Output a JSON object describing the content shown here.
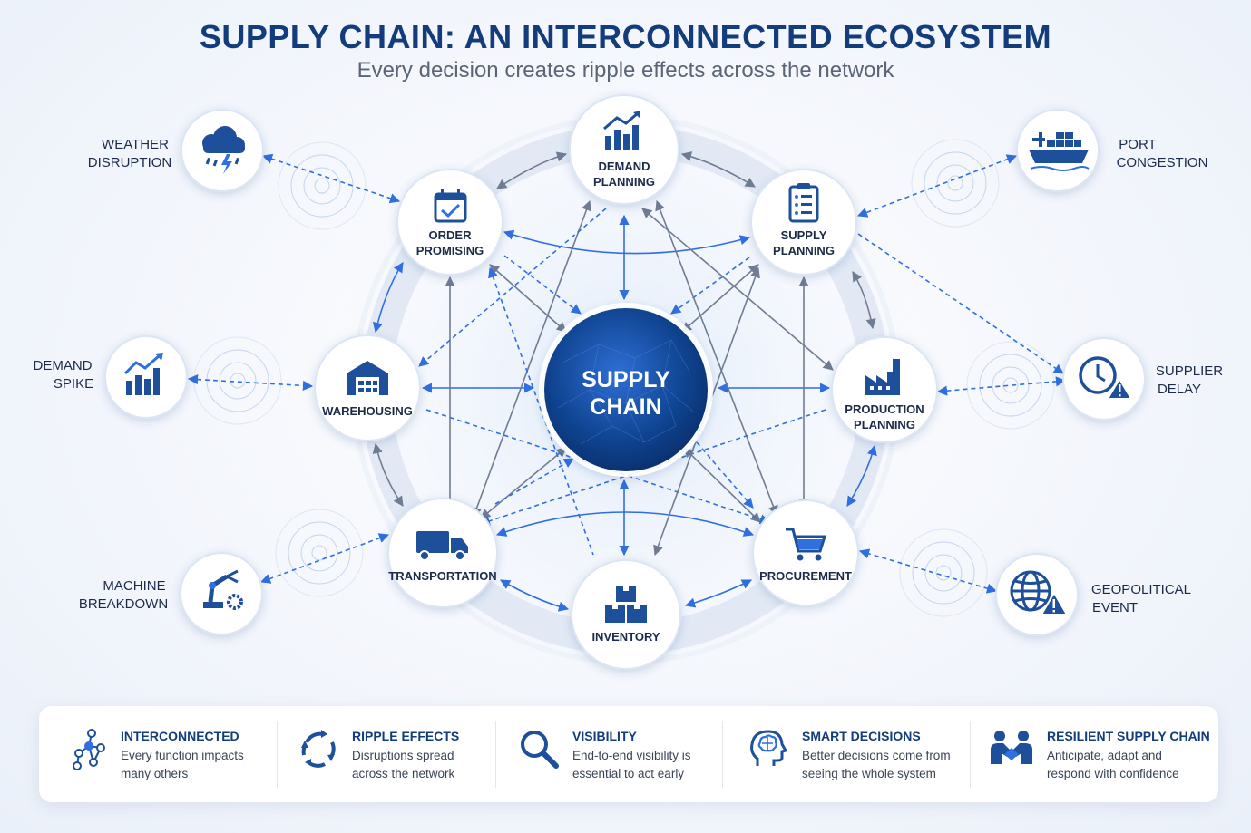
{
  "header": {
    "title": "SUPPLY CHAIN: AN INTERCONNECTED ECOSYSTEM",
    "subtitle": "Every decision creates ripple effects across the network"
  },
  "hub": {
    "line1": "SUPPLY",
    "line2": "CHAIN"
  },
  "functions": {
    "demand_planning": {
      "line1": "DEMAND",
      "line2": "PLANNING",
      "icon": "bar-chart-growth-icon"
    },
    "order_promising": {
      "line1": "ORDER",
      "line2": "PROMISING",
      "icon": "calendar-check-icon"
    },
    "supply_planning": {
      "line1": "SUPPLY",
      "line2": "PLANNING",
      "icon": "clipboard-list-icon"
    },
    "warehousing": {
      "line1": "WAREHOUSING",
      "line2": "",
      "icon": "warehouse-icon"
    },
    "production_planning": {
      "line1": "PRODUCTION",
      "line2": "PLANNING",
      "icon": "factory-icon"
    },
    "transportation": {
      "line1": "TRANSPORTATION",
      "line2": "",
      "icon": "truck-icon"
    },
    "procurement": {
      "line1": "PROCUREMENT",
      "line2": "",
      "icon": "shopping-cart-icon"
    },
    "inventory": {
      "line1": "INVENTORY",
      "line2": "",
      "icon": "boxes-icon"
    }
  },
  "events": {
    "weather": {
      "line1": "WEATHER",
      "line2": "DISRUPTION",
      "icon": "storm-cloud-icon"
    },
    "demand_spike": {
      "line1": "DEMAND",
      "line2": "SPIKE",
      "icon": "bar-chart-spike-icon"
    },
    "machine": {
      "line1": "MACHINE",
      "line2": "BREAKDOWN",
      "icon": "robot-arm-gear-icon"
    },
    "port": {
      "line1": "PORT",
      "line2": "CONGESTION",
      "icon": "cargo-ship-icon"
    },
    "supplier": {
      "line1": "SUPPLIER",
      "line2": "DELAY",
      "icon": "clock-warning-icon"
    },
    "geopolitical": {
      "line1": "GEOPOLITICAL",
      "line2": "EVENT",
      "icon": "globe-warning-icon"
    }
  },
  "footer": {
    "items": [
      {
        "title": "INTERCONNECTED",
        "line1": "Every function impacts",
        "line2": "many others",
        "icon": "network-nodes-icon"
      },
      {
        "title": "RIPPLE EFFECTS",
        "line1": "Disruptions spread",
        "line2": "across the network",
        "icon": "circular-arrows-icon"
      },
      {
        "title": "VISIBILITY",
        "line1": "End-to-end visibility is",
        "line2": "essential to act early",
        "icon": "magnifier-icon"
      },
      {
        "title": "SMART DECISIONS",
        "line1": "Better decisions come from",
        "line2": "seeing the whole system",
        "icon": "brain-head-icon"
      },
      {
        "title": "RESILIENT SUPPLY CHAIN",
        "line1": "Anticipate, adapt and",
        "line2": "respond with confidence",
        "icon": "handshake-people-icon"
      }
    ]
  },
  "colors": {
    "navy": "#123c7c",
    "icon_blue": "#1d4f9a",
    "accent_blue": "#2f6fe0",
    "arrow_gray": "#6f7c92",
    "hub_dark": "#0c3a86"
  }
}
